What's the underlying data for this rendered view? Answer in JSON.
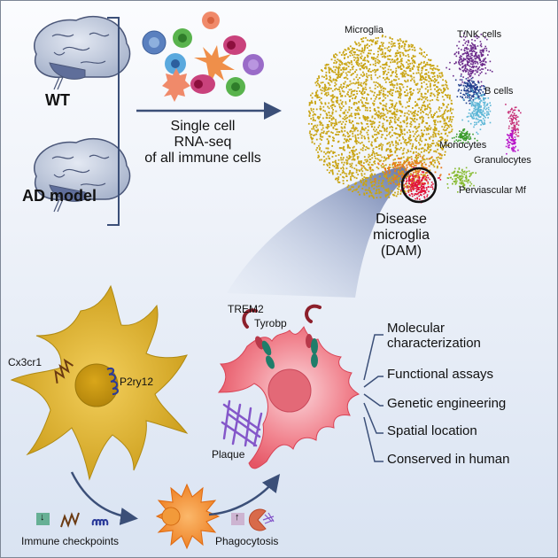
{
  "samples": {
    "wt_label": "WT",
    "ad_label": "AD model"
  },
  "method": {
    "line1": "Single cell",
    "line2": "RNA-seq",
    "line3": "of all immune cells"
  },
  "clusters": {
    "microglia": "Microglia",
    "tnk": "T/NK cells",
    "bcells": "B cells",
    "monocytes": "Monocytes",
    "granulocytes": "Granulocytes",
    "pvm": "Perviascular Mf",
    "dam_line1": "Disease",
    "dam_line2": "microglia",
    "dam_line3": "(DAM)"
  },
  "colors": {
    "microglia": "#c9a413",
    "dam": "#e2143a",
    "transition": "#ea7a1c",
    "tnk": "#6b2a8a",
    "bcells_dark": "#22418f",
    "bcells_light": "#5cb6d6",
    "monocytes": "#3a9b2a",
    "granulocytes_a": "#c8357a",
    "granulocytes_b": "#b714c9",
    "pvm": "#84b92a",
    "arrow": "#3b4f78"
  },
  "homeostatic": {
    "cx3cr1": "Cx3cr1",
    "p2ry12": "P2ry12"
  },
  "dam_cell": {
    "trem2": "TREM2",
    "tyrobp": "Tyrobp",
    "plaque": "Plaque"
  },
  "steps": {
    "checkpoints": "Immune checkpoints",
    "checkpoints_arrow": "↓",
    "phagocytosis": "Phagocytosis",
    "phagocytosis_arrow": "↑"
  },
  "characterization": [
    "Molecular characterization",
    "Functional assays",
    "Genetic engineering",
    "Spatial location",
    "Conserved in human"
  ],
  "characterization_display": {
    "item0_line1": "Molecular",
    "item0_line2": "characterization"
  }
}
